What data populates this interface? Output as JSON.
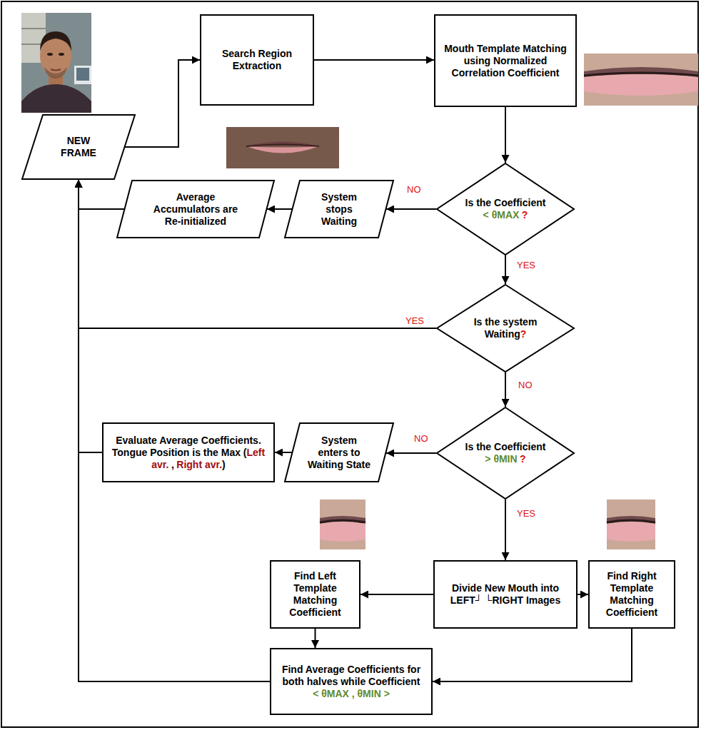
{
  "diagram": {
    "nodes": [
      {
        "text": [
          "NEW FRAME"
        ]
      },
      {
        "text": [
          "Search Region Extraction"
        ]
      },
      {
        "text": [
          "Mouth Template Matching using Normalized Correlation Coefficient"
        ]
      },
      {
        "text": [
          "Is the Coefficient",
          "< θMAX",
          "?"
        ]
      },
      {
        "text": [
          "System stops Waiting"
        ]
      },
      {
        "text": [
          "Average Accumulators are Re-initialized"
        ]
      },
      {
        "text": [
          "Is the system Waiting",
          "?"
        ]
      },
      {
        "text": [
          "Is the Coefficient",
          "> θMIN",
          "?"
        ]
      },
      {
        "text": [
          "System enters to Waiting State"
        ]
      },
      {
        "text": [
          "Evaluate Average Coefficients.",
          "Tongue Position is the Max (",
          "Left avr.",
          ",",
          "Right avr.",
          ")"
        ]
      },
      {
        "text": [
          "Divide New Mouth into LEFT┘ └RIGHT Images"
        ]
      },
      {
        "text": [
          "Find Left Template Matching Coefficient"
        ]
      },
      {
        "text": [
          "Find Right Template Matching Coefficient"
        ]
      },
      {
        "text": [
          "Find Average Coefficients for both halves while Coefficient",
          "< θMAX , θMIN >"
        ]
      }
    ],
    "edges": [
      {
        "from": 0,
        "to": 1,
        "arrow": "to"
      },
      {
        "from": 1,
        "to": 2,
        "arrow": "to"
      },
      {
        "from": 2,
        "to": 3,
        "arrow": "to"
      },
      {
        "from": 3,
        "to": 4,
        "label": "NO",
        "arrow": "to"
      },
      {
        "from": 4,
        "to": 5,
        "arrow": "to"
      },
      {
        "from": 5,
        "to": 0,
        "arrow": "to"
      },
      {
        "from": 3,
        "to": 6,
        "label": "YES",
        "arrow": "to"
      },
      {
        "from": 6,
        "to": 0,
        "label": "YES",
        "arrow": "to"
      },
      {
        "from": 6,
        "to": 7,
        "label": "NO",
        "arrow": "to"
      },
      {
        "from": 7,
        "to": 8,
        "label": "NO",
        "arrow": "to"
      },
      {
        "from": 8,
        "to": 9,
        "arrow": "to"
      },
      {
        "from": 9,
        "to": 0,
        "arrow": "to"
      },
      {
        "from": 7,
        "to": 10,
        "label": "YES",
        "arrow": "to"
      },
      {
        "from": 10,
        "to": 11,
        "arrow": "to"
      },
      {
        "from": 10,
        "to": 12,
        "arrow": "to"
      },
      {
        "from": 11,
        "to": 13,
        "arrow": "to"
      },
      {
        "from": 12,
        "to": 13,
        "arrow": "to"
      },
      {
        "from": 13,
        "to": 0,
        "arrow": "to"
      }
    ]
  }
}
